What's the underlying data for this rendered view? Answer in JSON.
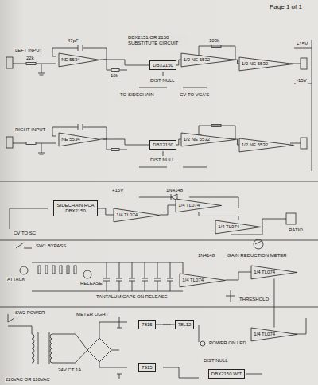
{
  "diagram": {
    "nodes": [
      {
        "text": [
          "NE 5534"
        ]
      },
      {
        "text": [
          "DBX2150"
        ]
      },
      {
        "text": [
          "1/2 NE 5532"
        ]
      },
      {
        "text": [
          "1/2 NE 5532"
        ]
      },
      {
        "text": [
          "NE 5534"
        ]
      },
      {
        "text": [
          "DBX2150"
        ]
      },
      {
        "text": [
          "1/2 NE 5532"
        ]
      },
      {
        "text": [
          "1/2 NE 5532"
        ]
      },
      {
        "text": [
          "SIDECHAIN RCA",
          "DBX2150"
        ]
      },
      {
        "text": [
          "1/4 TL074"
        ]
      },
      {
        "text": [
          "1/4 TL074"
        ]
      },
      {
        "text": [
          "1/4 TL074"
        ]
      },
      {
        "text": [
          "1/4 TL074"
        ]
      },
      {
        "text": [
          "1/4 TL074"
        ]
      },
      {
        "text": [
          "7815"
        ]
      },
      {
        "text": [
          "7915"
        ]
      },
      {
        "text": [
          "78L12"
        ]
      },
      {
        "text": [
          "DBX2150 W/T"
        ]
      },
      {
        "text": [
          "1/4 TL074"
        ]
      }
    ],
    "edges": [
      {
        "from": 0,
        "to": 1,
        "arrow": "none"
      },
      {
        "from": 1,
        "to": 2,
        "arrow": "none"
      },
      {
        "from": 2,
        "to": 3,
        "arrow": "none"
      },
      {
        "from": 4,
        "to": 5,
        "arrow": "none"
      },
      {
        "from": 5,
        "to": 6,
        "arrow": "none"
      },
      {
        "from": 6,
        "to": 7,
        "arrow": "none"
      },
      {
        "from": 8,
        "to": 9,
        "arrow": "none"
      },
      {
        "from": 9,
        "to": 10,
        "arrow": "none"
      },
      {
        "from": 10,
        "to": 11,
        "arrow": "none"
      },
      {
        "from": 12,
        "to": 13,
        "arrow": "none"
      },
      {
        "from": 14,
        "to": 16,
        "arrow": "none"
      },
      {
        "from": 13,
        "to": 18,
        "arrow": "none"
      }
    ],
    "labels": [
      "Page 1 of 1",
      "LEFT INPUT",
      "DBX2151 OR 2150 SUBSTITUTE CIRCUIT",
      "DIST NULL",
      "TO SIDECHAIN",
      "CV TO VCA'S",
      "RIGHT INPUT",
      "DIST NULL",
      "CV TO SC",
      "SW1 BYPASS",
      "ATTACK",
      "RELEASE",
      "TANTALUM CAPS ON RELEASE",
      "THRESHOLD",
      "GAIN REDUCTION METER",
      "RATIO",
      "SW2 POWER",
      "220VAC OR 110VAC",
      "24V CT 1A",
      "METER LIGHT",
      "POWER ON LED",
      "DIST NULL",
      "+15V",
      "-15V",
      "+15V",
      "1N4148",
      "1N4148",
      "100k",
      "22k",
      "47pF",
      "10k"
    ]
  }
}
